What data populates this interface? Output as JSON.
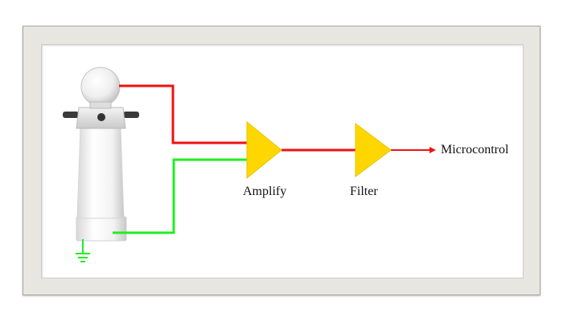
{
  "blocks": {
    "amplify": "Amplify",
    "filter": "Filter",
    "output": "Microcontrol"
  },
  "colors": {
    "signal_wire": "#ee1111",
    "ground_wire": "#22ee22",
    "block_fill": "#ffd700",
    "frame": "#e8e6e0"
  },
  "icons": {
    "sensor": "electrode-sensor-icon",
    "ground": "ground-symbol-icon",
    "amplifier": "triangle-amplifier-icon",
    "filter": "triangle-filter-icon",
    "arrow": "arrow-head-icon"
  }
}
